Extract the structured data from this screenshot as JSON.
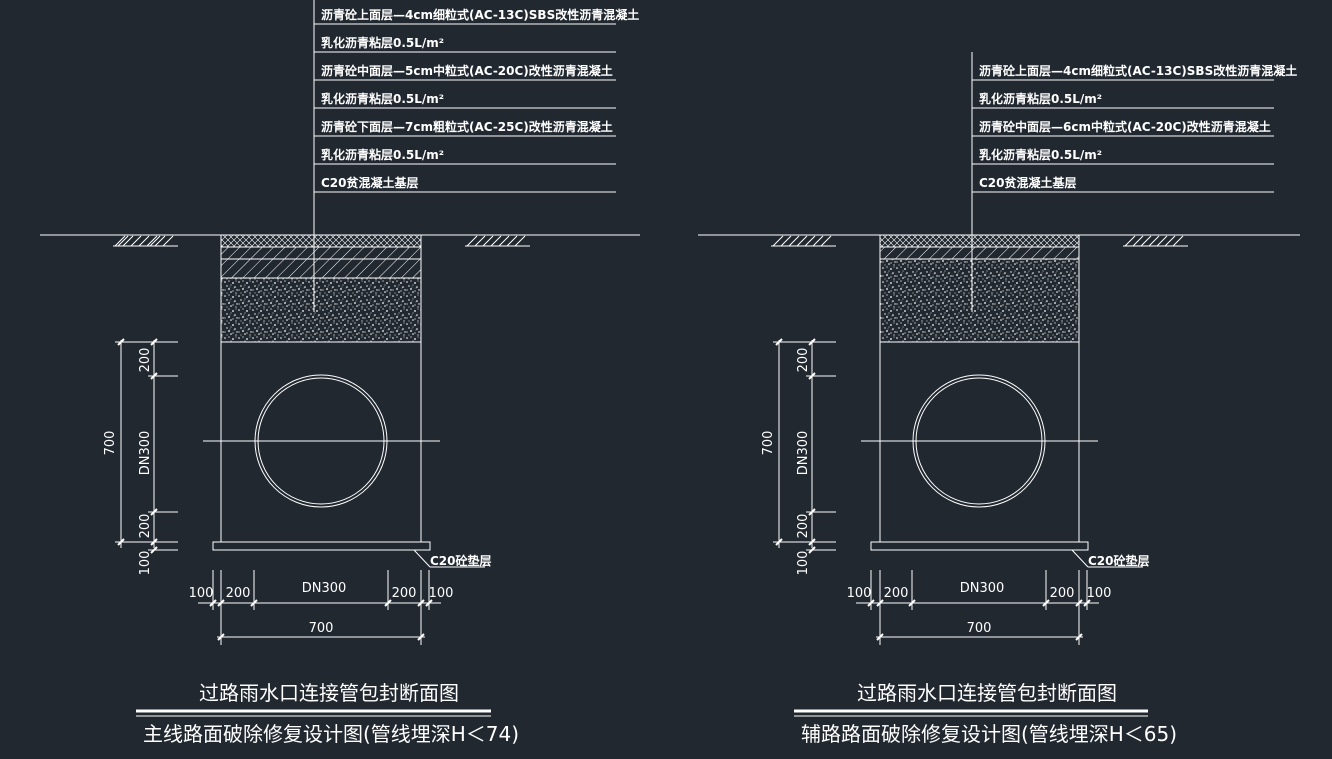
{
  "colors": {
    "background": "#212830",
    "line": "#ffffff",
    "hatch": "#ffffff"
  },
  "left": {
    "layers": [
      "沥青砼上面层—4cm细粒式(AC-13C)SBS改性沥青混凝土",
      "乳化沥青粘层0.5L/m²",
      "沥青砼中面层—5cm中粒式(AC-20C)改性沥青混凝土",
      "乳化沥青粘层0.5L/m²",
      "沥青砼下面层—7cm粗粒式(AC-25C)改性沥青混凝土",
      "乳化沥青粘层0.5L/m²",
      "C20贫混凝土基层"
    ],
    "dims": {
      "d200_top": "200",
      "d700_total": "700",
      "dn300_v": "DN300",
      "d200_bottom": "200",
      "d100_v": "100",
      "h100_l": "100",
      "h200_l": "200",
      "h_dn300": "DN300",
      "h200_r": "200",
      "h100_r": "100",
      "h700": "700"
    },
    "cushion_label": "C20砼垫层",
    "title_main": "过路雨水口连接管包封断面图",
    "title_sub": "主线路面破除修复设计图(管线埋深H＜74)"
  },
  "right": {
    "layers": [
      "沥青砼上面层—4cm细粒式(AC-13C)SBS改性沥青混凝土",
      "乳化沥青粘层0.5L/m²",
      "沥青砼中面层—6cm中粒式(AC-20C)改性沥青混凝土",
      "乳化沥青粘层0.5L/m²",
      "C20贫混凝土基层"
    ],
    "dims": {
      "d200_top": "200",
      "d700_total": "700",
      "dn300_v": "DN300",
      "d200_bottom": "200",
      "d100_v": "100",
      "h100_l": "100",
      "h200_l": "200",
      "h_dn300": "DN300",
      "h200_r": "200",
      "h100_r": "100",
      "h700": "700"
    },
    "cushion_label": "C20砼垫层",
    "title_main": "过路雨水口连接管包封断面图",
    "title_sub": "辅路路面破除修复设计图(管线埋深H＜65)"
  }
}
